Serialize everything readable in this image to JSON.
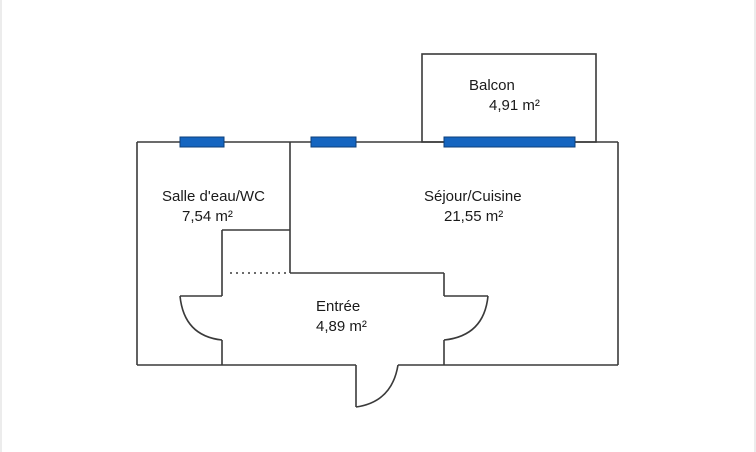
{
  "rooms": {
    "balcon": {
      "name": "Balcon",
      "area": "4,91  m²"
    },
    "salle_eau": {
      "name": "Salle d'eau/WC",
      "area": "7,54  m²"
    },
    "sejour": {
      "name": "Séjour/Cuisine",
      "area": "21,55  m²"
    },
    "entree": {
      "name": "Entrée",
      "area": "4,89  m²"
    }
  },
  "colors": {
    "wall": "#3a3a3a",
    "window": "#1565c0",
    "window_border": "#0d3f7a",
    "background": "#ffffff",
    "text": "#1a1a1a"
  }
}
